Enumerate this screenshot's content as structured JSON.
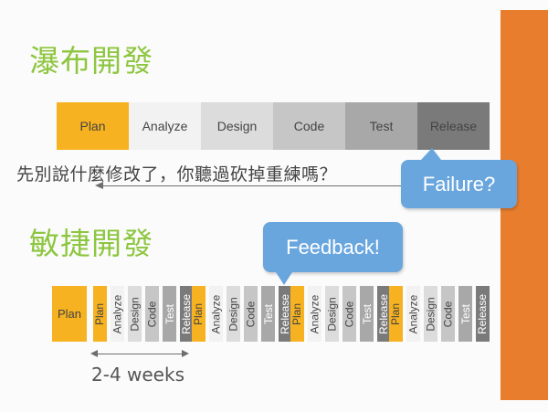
{
  "waterfall": {
    "title": "瀑布開發",
    "stages": [
      {
        "label": "Plan",
        "color": "#f6b220"
      },
      {
        "label": "Analyze",
        "color": "#f2f2f2"
      },
      {
        "label": "Design",
        "color": "#dcdcdc"
      },
      {
        "label": "Code",
        "color": "#c6c6c6"
      },
      {
        "label": "Test",
        "color": "#a8a8a8"
      },
      {
        "label": "Release",
        "color": "#7a7a7a"
      }
    ],
    "question": "先別說什麼修改了，你聽過砍掉重練嗎？",
    "callout": "Failure?"
  },
  "agile": {
    "title": "敏捷開發",
    "plan_label": "Plan",
    "callout": "Feedback!",
    "iteration_stages": [
      {
        "label": "Plan",
        "color": "#f6b220",
        "text_color": "#444444"
      },
      {
        "label": "Analyze",
        "color": "#f2f2f2",
        "text_color": "#444444"
      },
      {
        "label": "Design",
        "color": "#dcdcdc",
        "text_color": "#444444"
      },
      {
        "label": "Code",
        "color": "#c6c6c6",
        "text_color": "#444444"
      },
      {
        "label": "Test",
        "color": "#a8a8a8",
        "text_color": "#ffffff"
      },
      {
        "label": "Release",
        "color": "#7a7a7a",
        "text_color": "#ffffff"
      }
    ],
    "iterations": 4,
    "duration_label": "2-4 weeks"
  },
  "colors": {
    "title_green": "#8dc63f",
    "accent_orange": "#e97d2e",
    "callout_blue": "#6aa6de"
  }
}
